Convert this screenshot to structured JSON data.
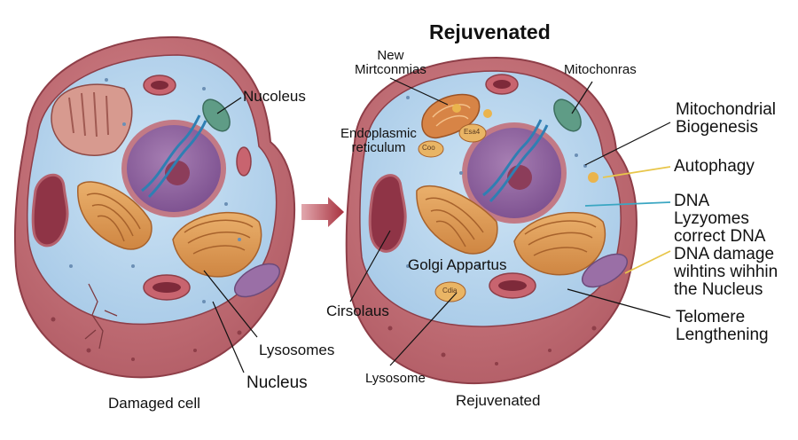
{
  "title_top": "Rejuvenated",
  "arrow": {
    "direction": "left-to-right",
    "meaning": "transformation"
  },
  "damaged_cell": {
    "caption": "Damaged cell",
    "labels": {
      "nucoleus": "Nucoleus",
      "lysosomes": "Lysosomes",
      "nucleus": "Nucleus"
    }
  },
  "rejuvenated_cell": {
    "caption": "Rejuvenated",
    "labels": {
      "new_mito": "New\nMirtconmias",
      "mitochonras": "Mitochonras",
      "er": "Endoplasmic\nreticulum",
      "golgi": "Golgi Appartus",
      "cirsolaus": "Cirsolaus",
      "lysosome": "Lysosome",
      "vesicle_a": "Coo",
      "vesicle_b": "Esa4",
      "vesicle_c": "Cdia"
    }
  },
  "processes": {
    "biogenesis": "Mitochondrial\nBiogenesis",
    "autophagy": "Autophagy",
    "dna_repair": "DNA\nLyzyomes\ncorrect DNA\nDNA damage\nwihtins wihhin\nthe Nucleus",
    "telomere": "Telomere\nLengthening"
  },
  "colors": {
    "membrane": "#c9767c",
    "membrane_dark": "#a5545c",
    "cytoplasm": "#b8d6ee",
    "nucleus": "#9a6fa6",
    "golgi": "#e2a05c",
    "mito_red": "#8f3446",
    "mito_green": "#5f9c86",
    "arrow": "#b3404f",
    "line_yellow": "#e8c64a",
    "line_teal": "#3aa6c2"
  }
}
